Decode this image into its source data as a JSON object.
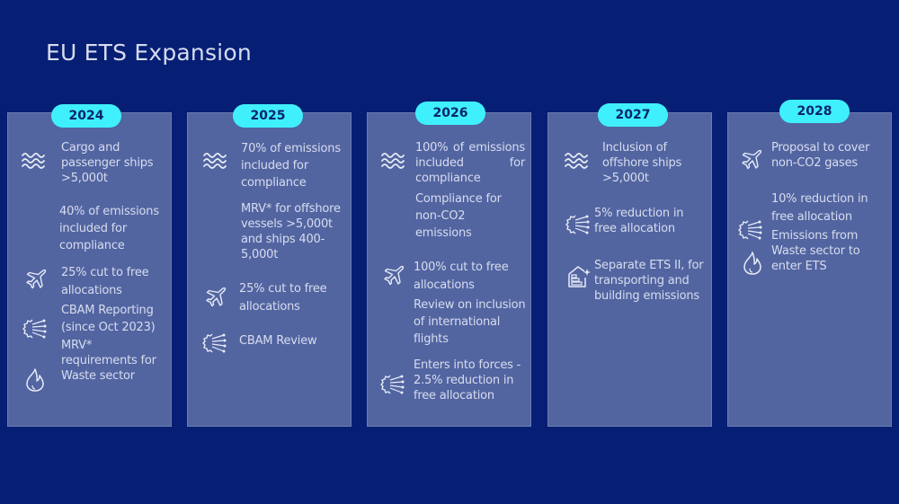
{
  "slide": {
    "title": "EU ETS Expansion",
    "colors": {
      "background": "#061f74",
      "card": "#5265a1",
      "pill": "#3ff0fc",
      "pill_text": "#0a2470",
      "text": "#d8dcee"
    }
  },
  "timeline": [
    {
      "year": "2024",
      "icons": [
        "waves-icon",
        "airplane-icon",
        "cbam-network-icon",
        "flame-icon"
      ],
      "items": [
        "Cargo and passenger ships >5,000t",
        "40% of emissions included for compliance",
        "25% cut to free allocations",
        "CBAM Reporting (since Oct 2023)",
        "MRV* requirements for Waste sector"
      ]
    },
    {
      "year": "2025",
      "icons": [
        "waves-icon",
        "airplane-icon",
        "cbam-network-icon"
      ],
      "items": [
        "70% of emissions included for compliance",
        "MRV* for offshore vessels >5,000t and ships 400-5,000t",
        "25% cut to free allocations",
        "CBAM Review"
      ]
    },
    {
      "year": "2026",
      "icons": [
        "waves-icon",
        "airplane-icon",
        "cbam-network-icon"
      ],
      "items": [
        "100% of emissions included for compliance",
        "Compliance for non-CO2 emissions",
        "100% cut to free allocations",
        "Review on inclusion of international flights",
        "Enters into forces - 2.5% reduction in free allocation"
      ]
    },
    {
      "year": "2027",
      "icons": [
        "waves-icon",
        "cbam-network-icon",
        "building-energy-icon"
      ],
      "items": [
        "Inclusion of offshore ships >5,000t",
        "5% reduction in free allocation",
        "Separate ETS II, for transporting and building emissions"
      ]
    },
    {
      "year": "2028",
      "icons": [
        "airplane-icon",
        "cbam-network-icon",
        "flame-icon"
      ],
      "items": [
        "Proposal to cover non-CO2 gases",
        "10% reduction in free allocation",
        "Emissions from Waste sector to enter ETS"
      ]
    }
  ]
}
